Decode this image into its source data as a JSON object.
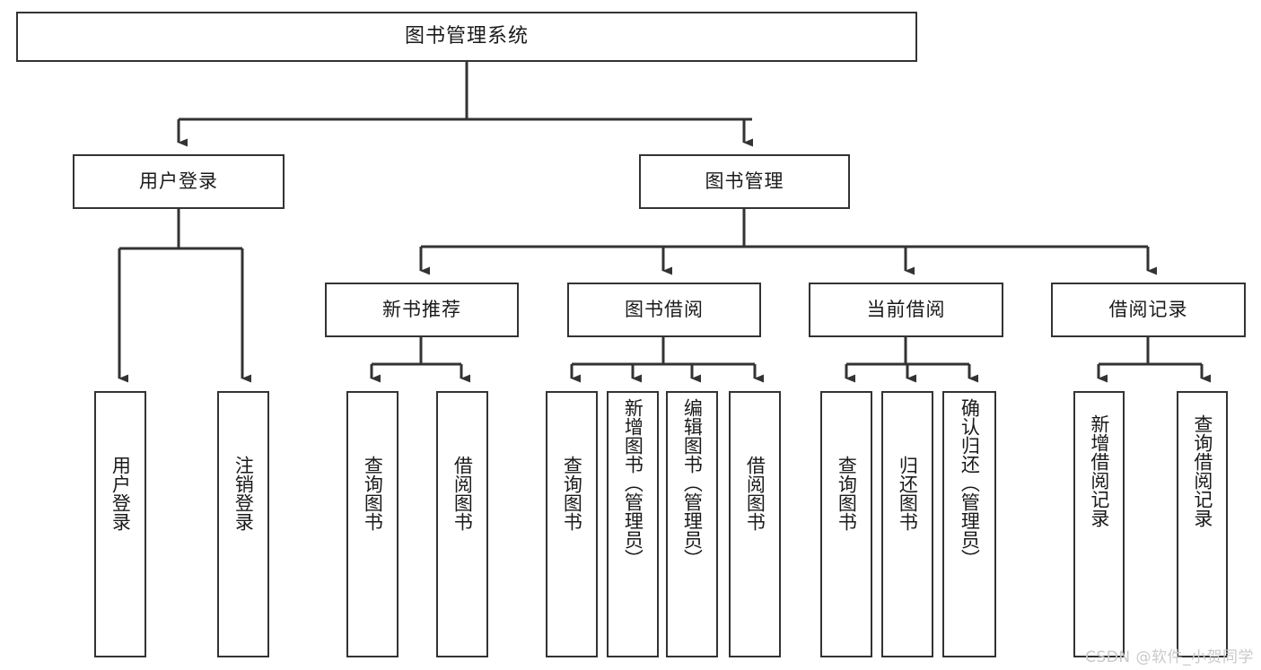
{
  "diagram": {
    "title": "图书管理系统",
    "type": "tree-hierarchy-chart",
    "root": {
      "label": "图书管理系统"
    },
    "level2": [
      {
        "label": "用户登录"
      },
      {
        "label": "图书管理"
      }
    ],
    "level3": [
      {
        "label": "新书推荐"
      },
      {
        "label": "图书借阅"
      },
      {
        "label": "当前借阅"
      },
      {
        "label": "借阅记录"
      }
    ],
    "leaves": {
      "user_login": [
        {
          "label": "用户登录"
        },
        {
          "label": "注销登录"
        }
      ],
      "new_book_recommend": [
        {
          "label": "查询图书"
        },
        {
          "label": "借阅图书"
        }
      ],
      "book_borrow": [
        {
          "label": "查询图书"
        },
        {
          "label": "新增图书（管理员）"
        },
        {
          "label": "编辑图书（管理员）"
        },
        {
          "label": "借阅图书"
        }
      ],
      "current_borrow": [
        {
          "label": "查询图书"
        },
        {
          "label": "归还图书"
        },
        {
          "label": "确认归还（管理员）"
        }
      ],
      "borrow_record": [
        {
          "label": "新增借阅记录"
        },
        {
          "label": "查询借阅记录"
        }
      ]
    }
  },
  "watermark": {
    "text": "CSDN @软件_小贺同学"
  },
  "colors": {
    "box_border": "#333333",
    "box_fill": "#ffffff",
    "edge": "#333333",
    "text": "#1a1a1a",
    "watermark": "#c9c9c9"
  }
}
